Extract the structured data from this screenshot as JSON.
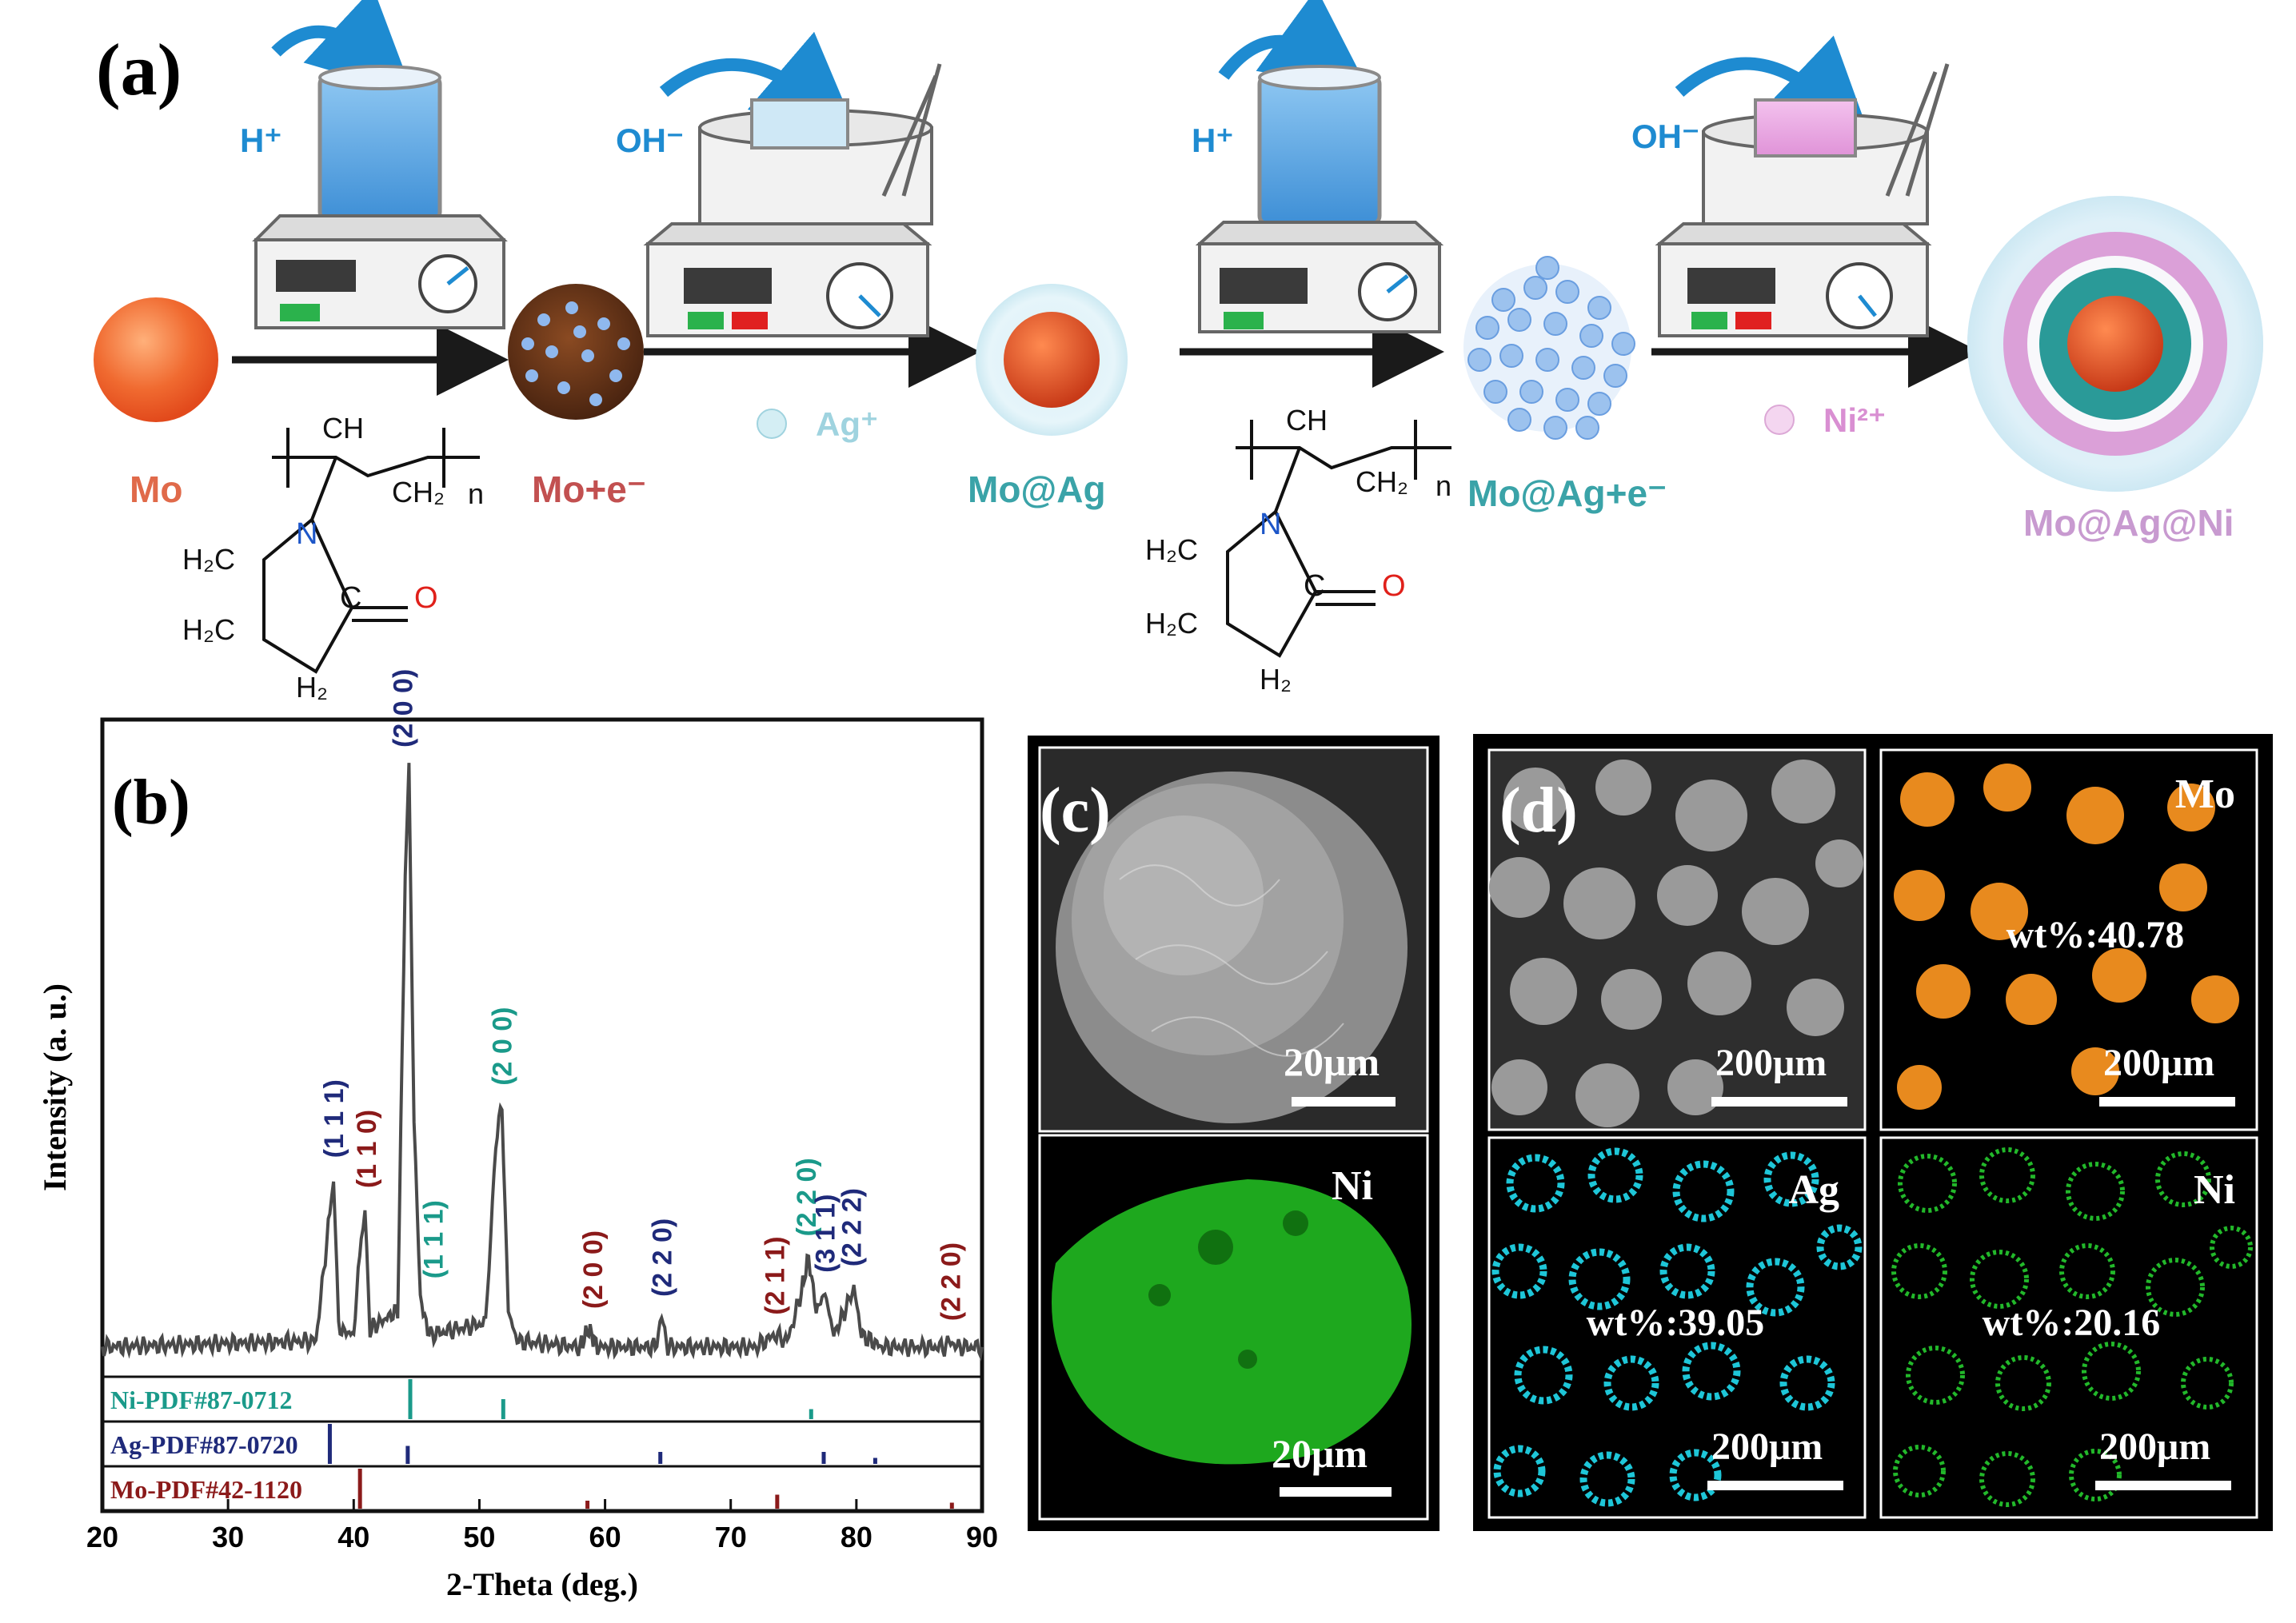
{
  "panels": {
    "a": {
      "label": "(a)",
      "steps": [
        {
          "ion": "H⁺",
          "reagent": "",
          "product": "Mo+e⁻"
        },
        {
          "ion": "OH⁻",
          "reagent": "Ag⁺",
          "product": "Mo@Ag"
        },
        {
          "ion": "H⁺",
          "reagent": "",
          "product": "Mo@Ag+e⁻"
        },
        {
          "ion": "OH⁻",
          "reagent": "Ni²⁺",
          "product": "Mo@Ag@Ni"
        }
      ],
      "start_label": "Mo",
      "polymer": {
        "ch": "CH",
        "ch2": "CH₂",
        "n": "n",
        "N": "N",
        "O": "O",
        "C": "C",
        "h2c": "H₂C",
        "h2": "H₂"
      },
      "colors": {
        "mo": "#e8542a",
        "ag": "#5fb3c0",
        "ni": "#d98fd2",
        "arrow": "#1e8bd1",
        "electron": "#8fb8ee"
      }
    },
    "b": {
      "label": "(b)",
      "refs": [
        {
          "name": "Ni-PDF#87-0712",
          "color": "#1a9a8a"
        },
        {
          "name": "Ag-PDF#87-0720",
          "color": "#1f2a7a"
        },
        {
          "name": "Mo-PDF#42-1120",
          "color": "#8b1a1a"
        }
      ]
    },
    "c": {
      "label": "(c)",
      "scale_top": "20μm",
      "scale_bottom": "20μm",
      "element": "Ni"
    },
    "d": {
      "label": "(d)",
      "scale": "200μm",
      "tiles": [
        {
          "element": "",
          "wt": ""
        },
        {
          "element": "Mo",
          "wt": "wt%:40.78"
        },
        {
          "element": "Ag",
          "wt": "wt%:39.05"
        },
        {
          "element": "Ni",
          "wt": "wt%:20.16"
        }
      ]
    }
  },
  "chart_data": {
    "type": "line",
    "xlabel": "2-Theta (deg.)",
    "ylabel": "Intensity (a. u.)",
    "xlim": [
      20,
      90
    ],
    "xticks": [
      20,
      30,
      40,
      50,
      60,
      70,
      80,
      90
    ],
    "series": [
      {
        "x": [
          20,
          37,
          38.1,
          38.4,
          38.8,
          40,
          40.6,
          40.9,
          41.3,
          43.5,
          44.1,
          44.4,
          44.8,
          45.3,
          46,
          50.5,
          51.3,
          51.8,
          52.3,
          53,
          58,
          58.7,
          59.4,
          64,
          64.5,
          65,
          72,
          73.5,
          74.5,
          75.5,
          76.2,
          76.8,
          77.5,
          78.2,
          79.3,
          79.8,
          80.4,
          82,
          87,
          87.5,
          88,
          90
        ],
        "y": [
          4,
          5,
          26,
          32,
          7,
          6,
          23,
          27,
          7,
          10,
          82,
          100,
          42,
          12,
          6,
          8,
          38,
          44,
          10,
          5,
          4,
          7,
          4,
          4,
          9,
          4,
          4,
          6,
          5,
          12,
          19,
          10,
          13,
          6,
          11,
          14,
          6,
          4,
          4,
          5,
          4,
          4
        ]
      }
    ],
    "peak_labels": [
      {
        "text": "(1 1 1)",
        "x": 38.4,
        "color": "#1f2a7a"
      },
      {
        "text": "(1 1 0)",
        "x": 41.0,
        "color": "#8b1a1a"
      },
      {
        "text": "(2 0 0)",
        "x": 43.9,
        "color": "#1f2a7a"
      },
      {
        "text": "(1 1 1)",
        "x": 46.3,
        "color": "#1a9a8a"
      },
      {
        "text": "(2 0 0)",
        "x": 51.8,
        "color": "#1a9a8a"
      },
      {
        "text": "(2 0 0)",
        "x": 59.0,
        "color": "#8b1a1a"
      },
      {
        "text": "(2 2 0)",
        "x": 64.5,
        "color": "#1f2a7a"
      },
      {
        "text": "(2 1 1)",
        "x": 73.5,
        "color": "#8b1a1a"
      },
      {
        "text": "(2 2 0)",
        "x": 76.0,
        "color": "#1a9a8a"
      },
      {
        "text": "(3 1 1)",
        "x": 77.5,
        "color": "#1f2a7a"
      },
      {
        "text": "(2 2 2)",
        "x": 79.6,
        "color": "#1f2a7a"
      },
      {
        "text": "(2 2 0)",
        "x": 87.5,
        "color": "#8b1a1a"
      }
    ],
    "ref_lines": {
      "Ni": [
        {
          "x": 44.5,
          "h": 1
        },
        {
          "x": 51.9,
          "h": 0.5
        },
        {
          "x": 76.4,
          "h": 0.25
        }
      ],
      "Ag": [
        {
          "x": 38.1,
          "h": 1
        },
        {
          "x": 44.3,
          "h": 0.45
        },
        {
          "x": 64.4,
          "h": 0.3
        },
        {
          "x": 77.4,
          "h": 0.3
        },
        {
          "x": 81.5,
          "h": 0.15
        }
      ],
      "Mo": [
        {
          "x": 40.5,
          "h": 1
        },
        {
          "x": 58.6,
          "h": 0.2
        },
        {
          "x": 73.7,
          "h": 0.35
        },
        {
          "x": 87.6,
          "h": 0.15
        }
      ]
    }
  }
}
